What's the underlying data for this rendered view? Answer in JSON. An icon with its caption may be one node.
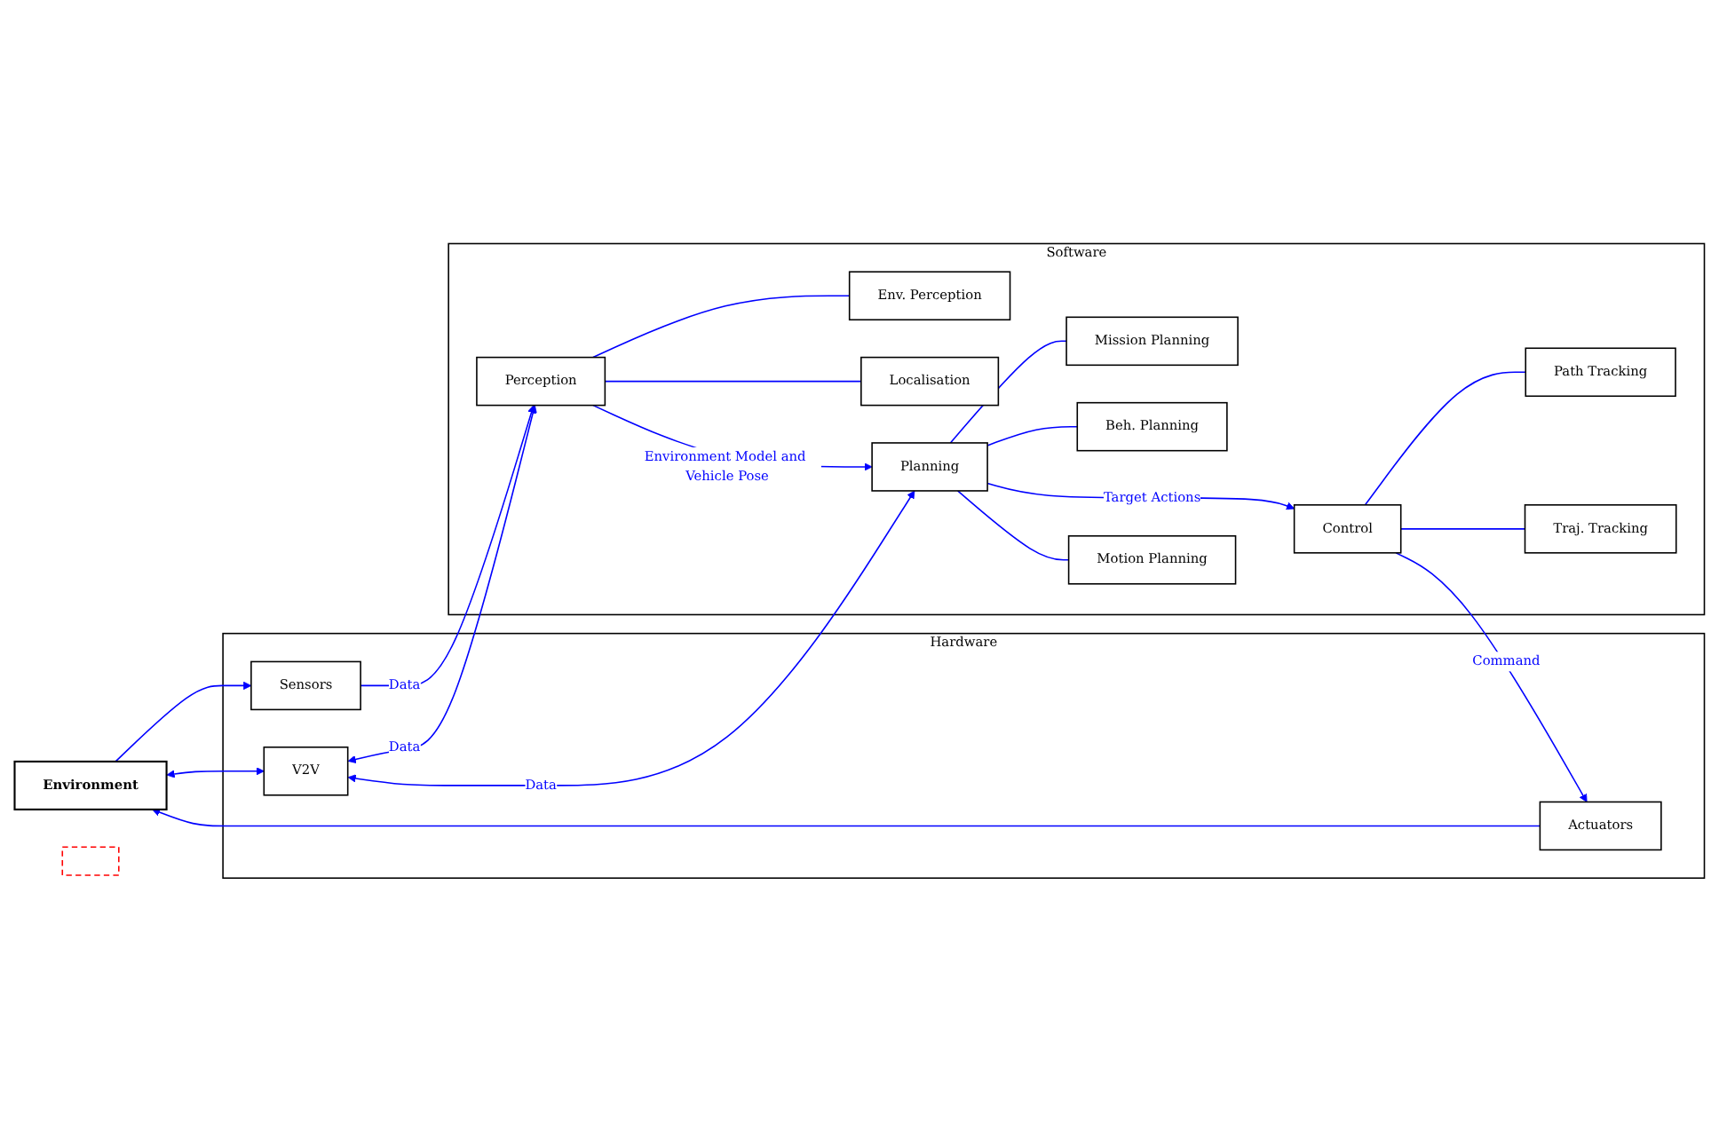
{
  "diagram": {
    "nodes": [
      {
        "text": [
          "Environment"
        ]
      },
      {
        "text": [
          "Hardware"
        ]
      },
      {
        "text": [
          "Sensors"
        ],
        "in": 1
      },
      {
        "text": [
          "V2V"
        ],
        "in": 1
      },
      {
        "text": [
          "Actuators"
        ],
        "in": 1
      },
      {
        "text": [
          "Software"
        ]
      },
      {
        "text": [
          "Perception"
        ],
        "in": 5
      },
      {
        "text": [
          "Env. Perception"
        ],
        "in": 5
      },
      {
        "text": [
          "Localisation"
        ],
        "in": 5
      },
      {
        "text": [
          "Mission Planning"
        ],
        "in": 5
      },
      {
        "text": [
          "Planning"
        ],
        "in": 5
      },
      {
        "text": [
          "Beh. Planning"
        ],
        "in": 5
      },
      {
        "text": [
          "Motion Planning"
        ],
        "in": 5
      },
      {
        "text": [
          "Control"
        ],
        "in": 5
      },
      {
        "text": [
          "Path Tracking"
        ],
        "in": 5
      },
      {
        "text": [
          "Traj. Tracking"
        ],
        "in": 5
      },
      {
        "text": [],
        "shape": "box"
      }
    ],
    "edges": [
      {
        "from": 0,
        "to": 2,
        "arrow": "to"
      },
      {
        "from": 2,
        "to": 6,
        "label": "Data",
        "arrow": "to"
      },
      {
        "from": 3,
        "to": 6,
        "label": "Data",
        "arrow": "both"
      },
      {
        "from": 0,
        "to": 3,
        "arrow": "both"
      },
      {
        "from": 3,
        "to": 10,
        "label": "Data",
        "arrow": "both"
      },
      {
        "from": 6,
        "to": 10,
        "label": "Environment Model and Vehicle Pose",
        "arrow": "to"
      },
      {
        "from": 10,
        "to": 13,
        "label": "Target Actions",
        "arrow": "to"
      },
      {
        "from": 13,
        "to": 4,
        "label": "Command",
        "arrow": "to"
      },
      {
        "from": 4,
        "to": 0,
        "arrow": "to"
      },
      {
        "from": 6,
        "to": 7,
        "arrow": "none"
      },
      {
        "from": 6,
        "to": 8,
        "arrow": "none"
      },
      {
        "from": 10,
        "to": 9,
        "arrow": "none"
      },
      {
        "from": 10,
        "to": 11,
        "arrow": "none"
      },
      {
        "from": 10,
        "to": 12,
        "arrow": "none"
      },
      {
        "from": 13,
        "to": 14,
        "arrow": "none"
      },
      {
        "from": 13,
        "to": 15,
        "arrow": "none"
      }
    ]
  }
}
